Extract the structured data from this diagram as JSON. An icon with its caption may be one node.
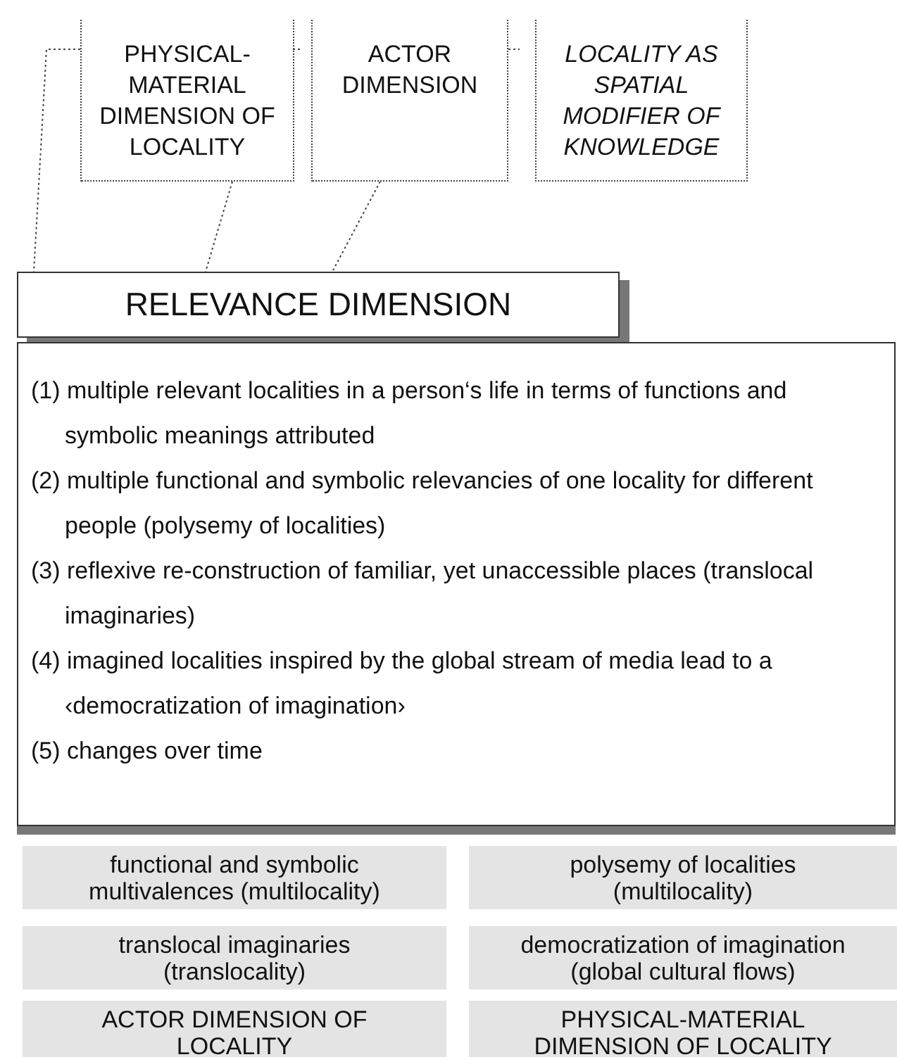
{
  "diagram": {
    "nodes": [
      {
        "text": [
          "PHYSICAL-MATERIAL DIMENSION OF LOCALITY"
        ]
      },
      {
        "text": [
          "ACTOR DIMENSION"
        ]
      },
      {
        "text": [
          "LOCALITY AS SPATIAL MODIFIER OF KNOWLEDGE"
        ]
      },
      {
        "text": [
          "RELEVANCE DIMENSION"
        ]
      },
      {
        "text": [
          "(1) multiple relevant localities in a person‘s life in terms of functions and symbolic meanings attributed",
          "(2) multiple functional and symbolic relevancies of one locality for different people (polysemy of localities)",
          "(3) reflexive re-construction of familiar, yet unaccessible places (translocal imaginaries)",
          "(4) imagined localities inspired by the global stream of media lead to a ‹democratization of imagination›",
          "(5) changes over time"
        ]
      },
      {
        "text": [
          "functional and symbolic multivalences (multilocality)"
        ]
      },
      {
        "text": [
          "polysemy of localities (multilocality)"
        ]
      },
      {
        "text": [
          "translocal imaginaries (translocality)"
        ]
      },
      {
        "text": [
          "democratization of imagination (global cultural flows)"
        ]
      },
      {
        "text": [
          "ACTOR DIMENSION OF LOCALITY"
        ]
      },
      {
        "text": [
          "PHYSICAL-MATERIAL DIMENSION OF LOCALITY"
        ]
      }
    ],
    "edges": [
      {
        "from": 0,
        "to": 3,
        "arrow": "none"
      },
      {
        "from": 0,
        "to": 3,
        "arrow": "none"
      },
      {
        "from": 1,
        "to": 3,
        "arrow": "none"
      }
    ]
  }
}
